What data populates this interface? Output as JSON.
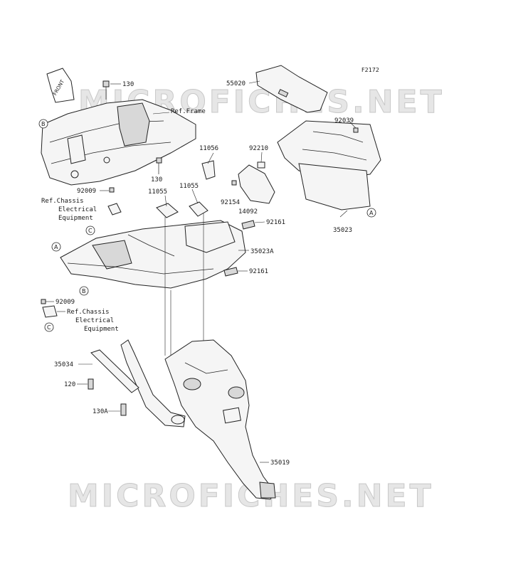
{
  "figure_id": "F2172",
  "watermark": "MICROFICHES.NET",
  "front_arrow_label": "FRONT",
  "callouts": {
    "p130_top": "130",
    "ref_frame": "Ref.Frame",
    "p55020": "55020",
    "p92039": "92039",
    "p92210": "92210",
    "p11056": "11056",
    "p130_mid": "130",
    "p11055_a": "11055",
    "p11055_b": "11055",
    "p92154": "92154",
    "p14092": "14092",
    "p92009_top": "92009",
    "ref_chassis_1a": "Ref.Chassis",
    "ref_chassis_1b": "Electrical",
    "ref_chassis_1c": "Equipment",
    "p92161_a": "92161",
    "p35023": "35023",
    "p35023A": "35023A",
    "p92161_b": "92161",
    "p92009_bot": "92009",
    "ref_chassis_2a": "Ref.Chassis",
    "ref_chassis_2b": "Electrical",
    "ref_chassis_2c": "Equipment",
    "p35034": "35034",
    "p120": "120",
    "p130A": "130A",
    "p35019": "35019"
  },
  "tags": {
    "A1": "A",
    "A2": "A",
    "B1": "B",
    "B2": "B",
    "C1": "C",
    "C2": "C"
  }
}
